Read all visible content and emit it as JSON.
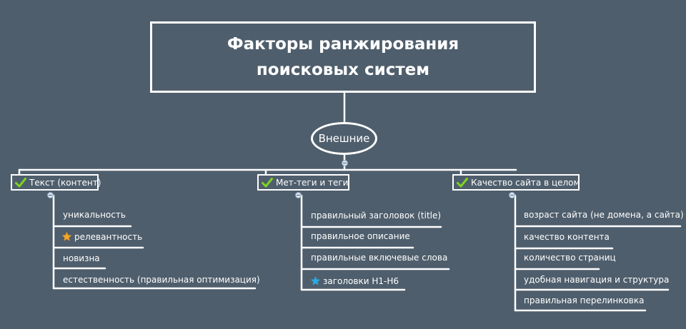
{
  "title": "Факторы ранжирования поисковых систем",
  "center": "Внешние",
  "colors": {
    "background": "#4f5e6c",
    "lines": "#ffffff",
    "check": "#7ed321",
    "star_gold": "#f5a623",
    "star_blue": "#29abe2"
  },
  "branches": [
    {
      "label": "Текст (контент)",
      "icon": "check-icon",
      "items": [
        {
          "text": "уникальность"
        },
        {
          "text": "релевантность",
          "icon": "star-gold-icon"
        },
        {
          "text": "новизна"
        },
        {
          "text": "естественность (правильная оптимизация)"
        }
      ]
    },
    {
      "label": "Мет-теги и теги",
      "icon": "check-icon",
      "items": [
        {
          "text": "правильный заголовок (title)"
        },
        {
          "text": "правильное описание"
        },
        {
          "text": "правильные включевые слова"
        },
        {
          "text": "заголовки H1-H6",
          "icon": "star-blue-icon"
        }
      ]
    },
    {
      "label": "Качество сайта в целом",
      "icon": "check-icon",
      "items": [
        {
          "text": "возраст сайта (не домена, а сайта)"
        },
        {
          "text": "качество контента"
        },
        {
          "text": "количество страниц"
        },
        {
          "text": "удобная навигация и структура"
        },
        {
          "text": "правильная перелинковка"
        }
      ]
    }
  ]
}
